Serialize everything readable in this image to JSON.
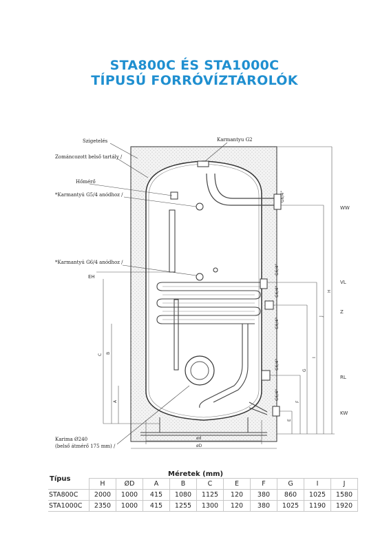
{
  "title": {
    "line1": "STA800C ÉS STA1000C",
    "line2": "TÍPUSÚ FORRÓVÍZTÁROLÓK"
  },
  "labels": {
    "insulation": "Szigetelés",
    "tank": "Zománcozott belső tartály /",
    "thermometer": "Hőmérő",
    "sleeve_g54": "*Karmantyú G5/4 anódhoz /",
    "sleeve_g64": "*Karmantyú G6/4 anódhoz /",
    "sleeve_g2": "Karmantyu G2",
    "flange_1": "Karima Ø240",
    "flange_2": "(belső átmérő 175 mm) /",
    "eh": "EH",
    "ww": "WW",
    "vl": "VL",
    "z": "Z",
    "rl": "RL",
    "kw": "KW",
    "od": "ød",
    "oD": "øD",
    "dim_h": "H",
    "dim_i": "I",
    "dim_j": "J",
    "dim_g": "G",
    "dim_e": "E",
    "dim_f": "F",
    "dim_a": "A",
    "dim_b": "B",
    "dim_c": "C",
    "g64_1": "G6/4\"",
    "g64_2": "G6/4\"",
    "g64_3": "G6/4\"",
    "g64_4": "G6/4\"",
    "g64_5": "G6/4\"",
    "g64_6": "G6/4\""
  },
  "table": {
    "title": "Méretek (mm)",
    "row_header": "Típus",
    "columns": [
      "H",
      "ØD",
      "A",
      "B",
      "C",
      "E",
      "F",
      "G",
      "I",
      "J"
    ],
    "rows": [
      {
        "name": "STA800C",
        "values": [
          "2000",
          "1000",
          "415",
          "1080",
          "1125",
          "120",
          "380",
          "860",
          "1025",
          "1580"
        ]
      },
      {
        "name": "STA1000C",
        "values": [
          "2350",
          "1000",
          "415",
          "1255",
          "1300",
          "120",
          "380",
          "1025",
          "1190",
          "1920"
        ]
      }
    ]
  }
}
